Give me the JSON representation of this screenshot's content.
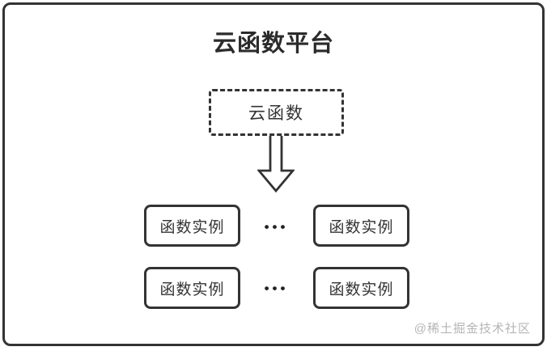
{
  "diagram": {
    "title": "云函数平台",
    "cloud_function": {
      "label": "云函数"
    },
    "instances": {
      "rows": [
        {
          "left_label": "函数实例",
          "ellipsis": "•••",
          "right_label": "函数实例"
        },
        {
          "left_label": "函数实例",
          "ellipsis": "•••",
          "right_label": "函数实例"
        }
      ]
    }
  },
  "watermark": "@稀土掘金技术社区",
  "colors": {
    "border": "#333333",
    "text": "#333333",
    "title": "#2b2b2b",
    "watermark": "#b5b5b5",
    "background": "#ffffff"
  }
}
